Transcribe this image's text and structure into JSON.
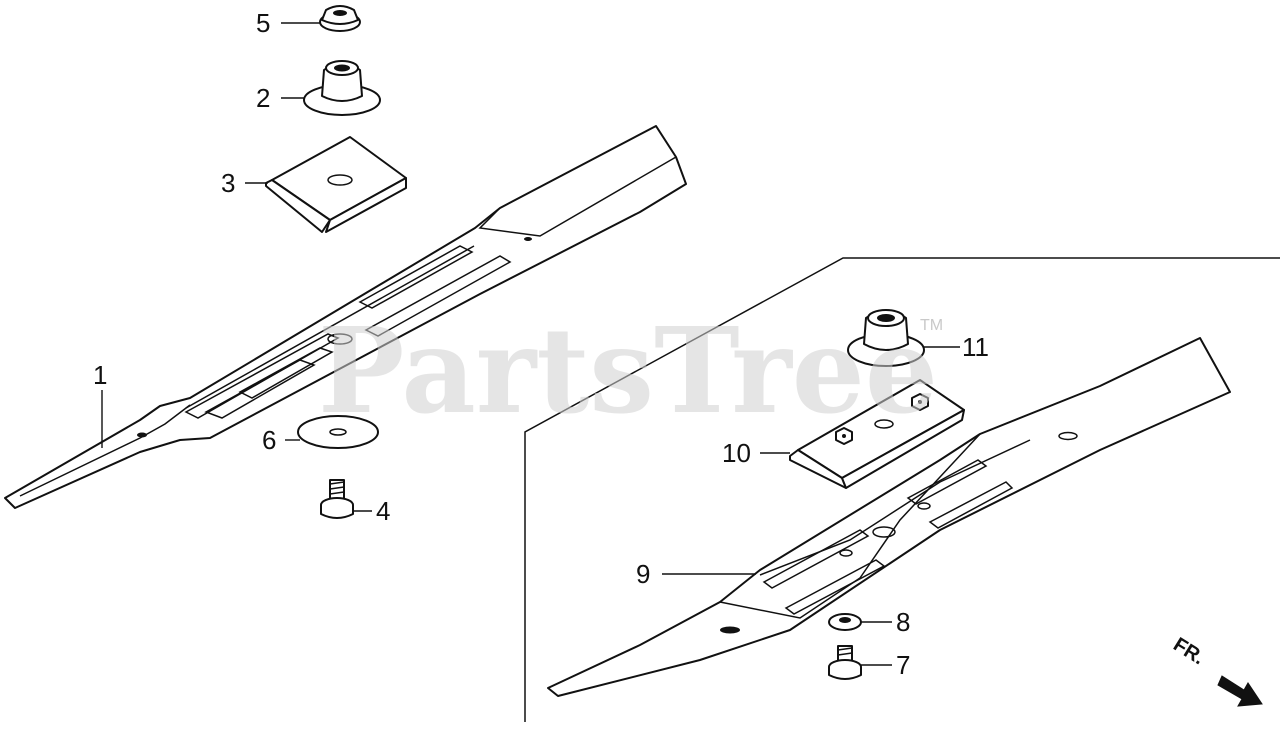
{
  "watermark": {
    "text": "PartsTree",
    "trademark": "TM"
  },
  "direction_indicator": {
    "label": "FR."
  },
  "callouts": [
    {
      "id": "1",
      "label": "1"
    },
    {
      "id": "2",
      "label": "2"
    },
    {
      "id": "3",
      "label": "3"
    },
    {
      "id": "4",
      "label": "4"
    },
    {
      "id": "5",
      "label": "5"
    },
    {
      "id": "6",
      "label": "6"
    },
    {
      "id": "7",
      "label": "7"
    },
    {
      "id": "8",
      "label": "8"
    },
    {
      "id": "9",
      "label": "9"
    },
    {
      "id": "10",
      "label": "10"
    },
    {
      "id": "11",
      "label": "11"
    }
  ]
}
